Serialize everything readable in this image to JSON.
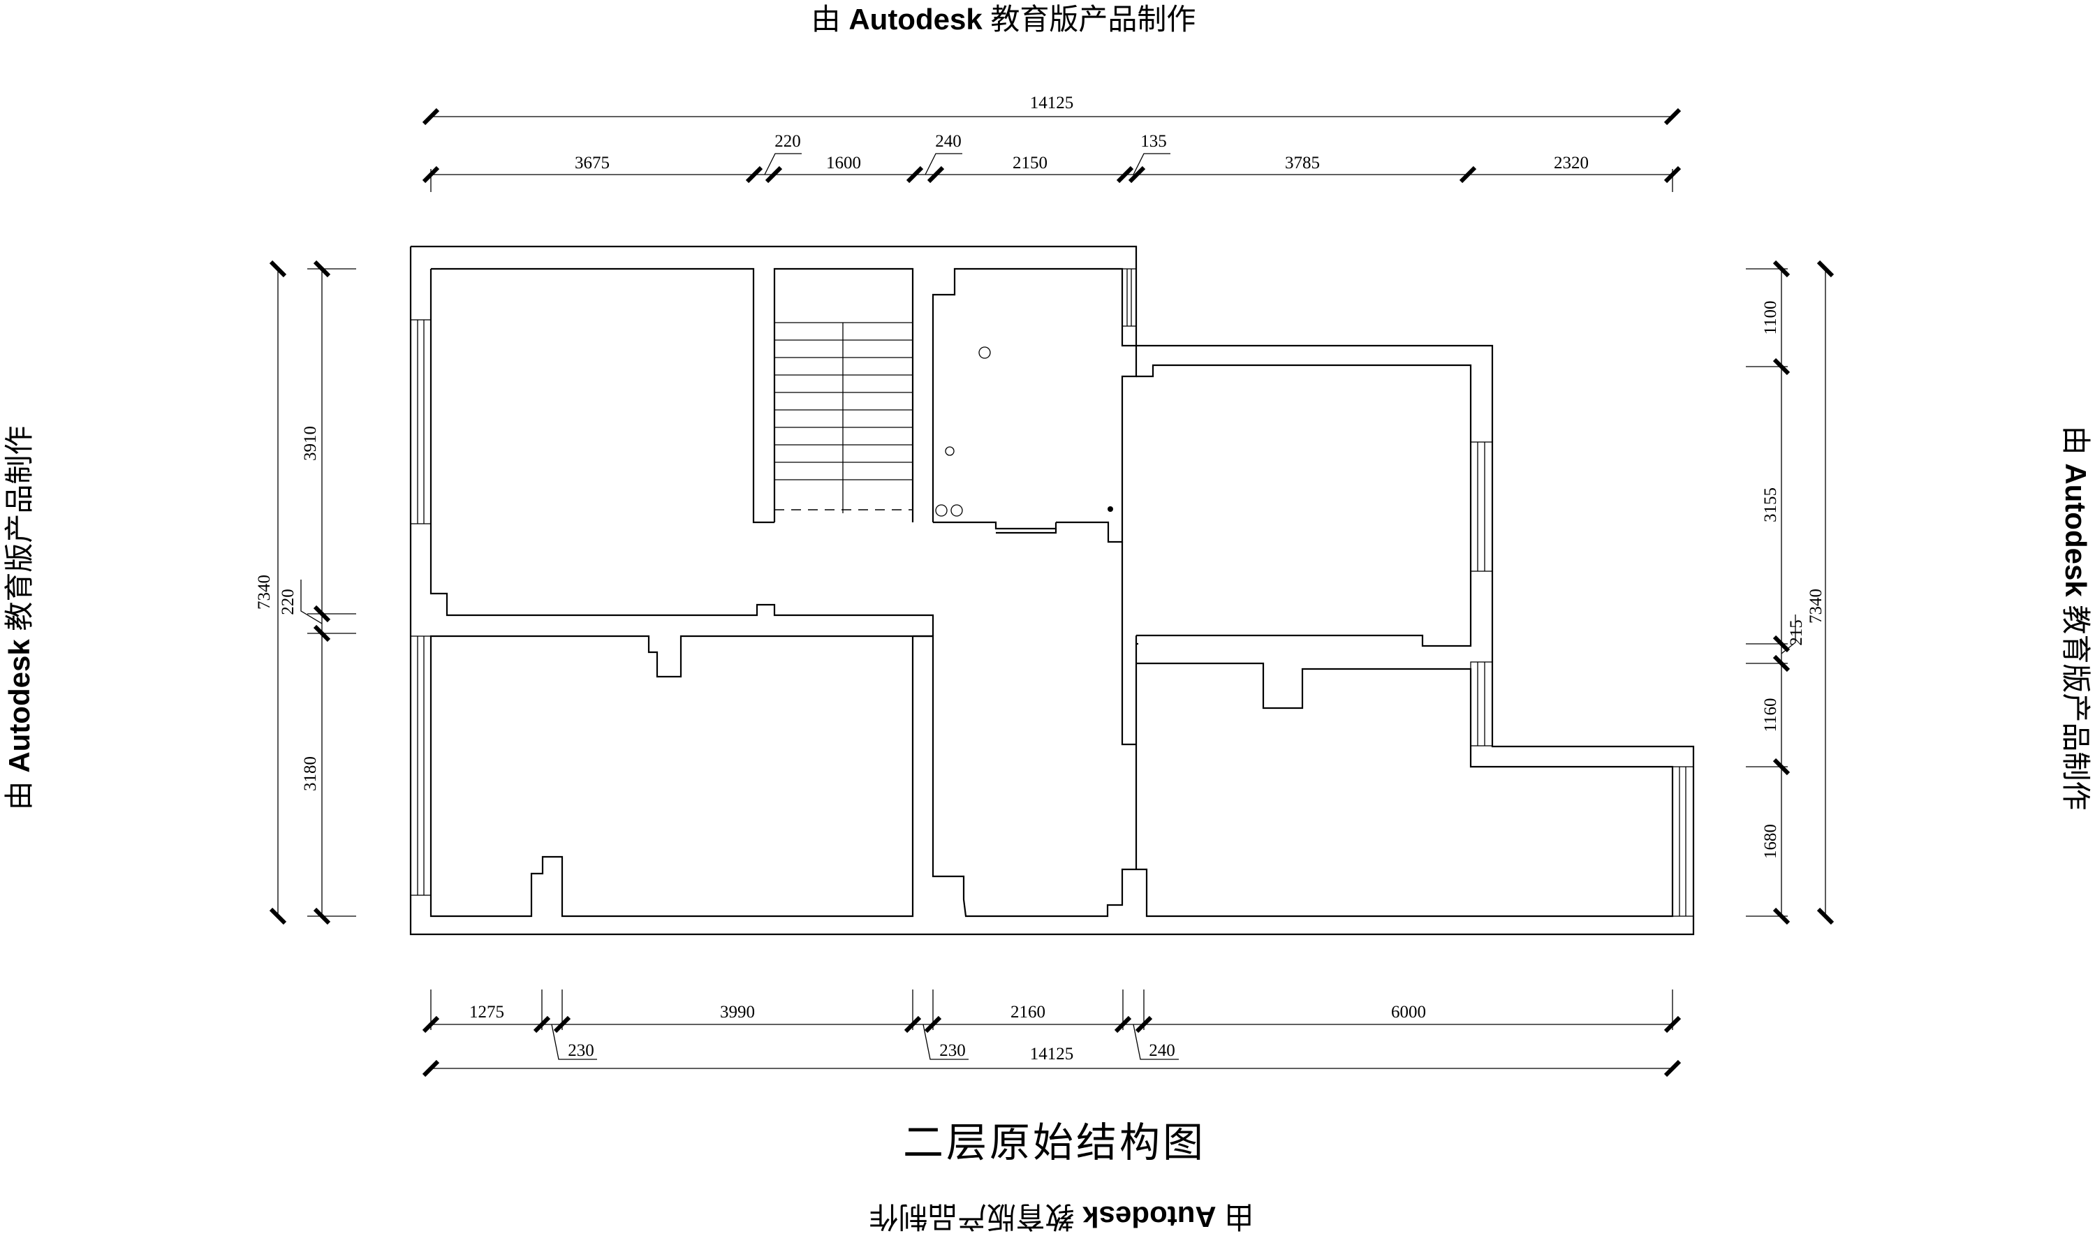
{
  "watermark": {
    "prefix": "由",
    "brand": "Autodesk",
    "suffix": "教育版产品制作"
  },
  "drawing_title": "二层原始结构图",
  "dimensions": {
    "top_total": "14125",
    "top_segments": [
      "3675",
      "1600",
      "2150",
      "3785",
      "2320"
    ],
    "top_leaders": [
      "220",
      "240",
      "135"
    ],
    "bottom_segments": [
      "1275",
      "3990",
      "2160",
      "6000"
    ],
    "bottom_leaders": [
      "230",
      "230",
      "240"
    ],
    "bottom_total": "14125",
    "left_total": "7340",
    "left_segments": [
      "3910",
      "3180"
    ],
    "left_leader": "220",
    "right_total": "7340",
    "right_segments": [
      "1100",
      "3155",
      "1160",
      "1680"
    ],
    "right_leader": "215"
  }
}
